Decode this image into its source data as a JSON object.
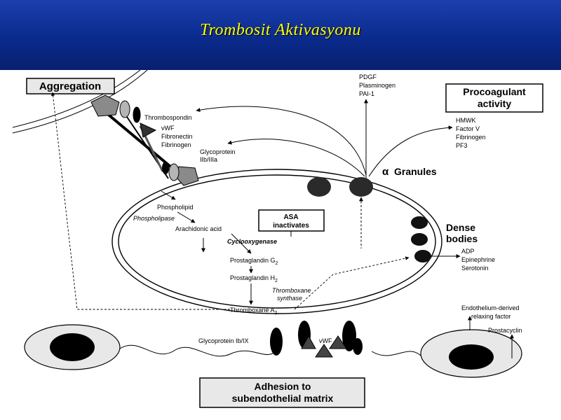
{
  "title": "Trombosit Aktivasyonu",
  "colors": {
    "header_gradient_top": "#1c3fae",
    "header_gradient_bottom": "#07206e",
    "title": "#ffff00",
    "granule": "#2a2a2a"
  },
  "labels": {
    "aggregation": "Aggregation",
    "procoagulant_line1": "Procoagulant",
    "procoagulant_line2": "activity",
    "pdgf": "PDGF",
    "plasminogen": "Plasminogen",
    "pai1": "PAI-1",
    "thrombospondin": "Thrombospondin",
    "vwf": "vWF",
    "fibronectin": "Fibronectin",
    "fibrinogen": "Fibrinogen",
    "gp_line1": "Glycoprotein",
    "gp_line2": "IIb/IIIa",
    "hmwk": "HMWK",
    "factor_v": "Factor V",
    "fibrinogen2": "Fibrinogen",
    "pf3": "PF3",
    "alpha_symbol": "α",
    "alpha_granules": "Granules",
    "dense_line1": "Dense",
    "dense_line2": "bodies",
    "adp": "ADP",
    "epinephrine": "Epinephrine",
    "serotonin": "Serotonin",
    "asa_line1": "ASA",
    "asa_line2": "inactivates",
    "phospholipid": "Phospholipid",
    "phospholipase": "Phospholipase",
    "arachidonic": "Arachidonic acid",
    "cyclooxygenase": "Cyclooxygenase",
    "pgg2_base": "Prostaglandin G",
    "pgg2_sub": "2",
    "pgh2_base": "Prostaglandin H",
    "pgh2_sub": "2",
    "txsynth_line1": "Thromboxane",
    "txsynth_line2": "synthase",
    "txa2_base": "Thromboxane A",
    "txa2_sub": "2",
    "gp1b": "Glycoprotein Ib/IX",
    "vwf2": "vWF",
    "edrf_line1": "Endothelium-derived",
    "edrf_line2": "relaxing factor",
    "prostacyclin": "Prostacyclin",
    "adhesion_line1": "Adhesion to",
    "adhesion_line2": "subendothelial matrix"
  }
}
